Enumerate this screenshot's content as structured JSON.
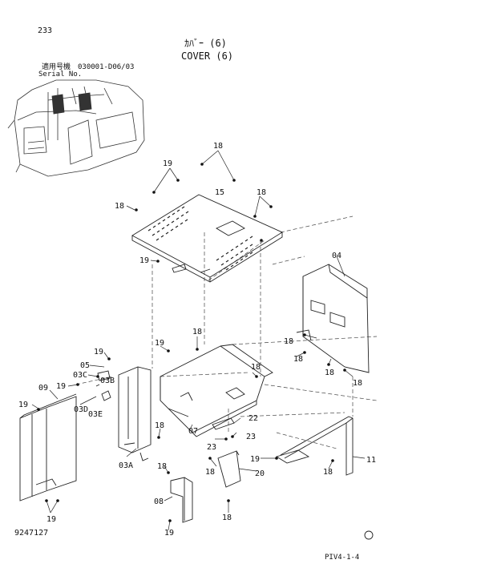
{
  "header": {
    "page_number": "233",
    "title_jp": "ｶﾊﾞｰ (6)",
    "title_en": "COVER (6)",
    "serial_label_jp": "適用号機",
    "serial_label_en": "Serial No.",
    "serial_range": "030001-D06/03"
  },
  "footer": {
    "drawing_number": "9247127",
    "page_code": "PIV4-1-4"
  },
  "callouts": {
    "c18_top": "18",
    "c19_topleft": "19",
    "c15": "15",
    "c18_right": "18",
    "c18_left": "18",
    "c19_under": "19",
    "c04": "04",
    "c18_mid": "18",
    "c19_mid": "19",
    "c19_a": "19",
    "c05": "05",
    "c03c": "03C",
    "c19_b": "19",
    "c03b": "03B",
    "c09": "09",
    "c19_c": "19",
    "c03d": "03D",
    "c03e": "03E",
    "c18_04a": "18",
    "c18_04b": "18",
    "c18_04c": "18",
    "c18_04d": "18",
    "c18_07": "18",
    "c18_03a": "18",
    "c07": "07",
    "c03a": "03A",
    "c22": "22",
    "c23_a": "23",
    "c23_b": "23",
    "c19_d": "19",
    "c11": "11",
    "c18_20": "18",
    "c20": "20",
    "c18_11": "18",
    "c18_08": "18",
    "c08": "08",
    "c18_bot": "18",
    "c19_bot": "19",
    "c19_09": "19"
  }
}
